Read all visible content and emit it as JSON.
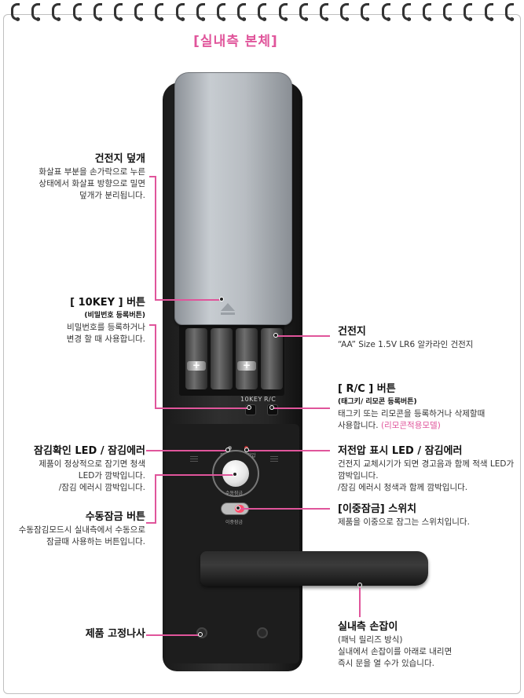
{
  "title": "[실내측 본체]",
  "device": {
    "key_label_1": "10KEY",
    "key_label_2": "R/C",
    "led_label_left": "동작",
    "led_label_right": "저전압",
    "knob_label": "수동잠금",
    "switch_label": "이중잠금"
  },
  "callouts": {
    "battery_cover": {
      "heading": "건전지 덮개",
      "lines": [
        "화살표 부분을 손가락으로 누른",
        "상태에서 화살표 방향으로 밀면",
        "덮개가 분리됩니다."
      ]
    },
    "tenkey": {
      "heading": "[ 10KEY ] 버튼",
      "sub": "(비밀번호 등록버튼)",
      "lines": [
        "비밀번호를 등록하거나",
        "변경 할 때 사용합니다."
      ]
    },
    "battery": {
      "heading": "건전지",
      "lines": [
        "“AA” Size 1.5V LR6 알카라인 건전지"
      ]
    },
    "rc": {
      "heading": "[ R/C ] 버튼",
      "sub": "(태그키/ 리모콘 등록버튼)",
      "line1": "태그키 또는 리모콘을 등록하거나 삭제할때",
      "line2a": "사용합니다. ",
      "line2b": "(리모콘적용모델)"
    },
    "lock_led": {
      "heading": "잠김확인 LED / 잠김에러",
      "lines": [
        "제품이 정상적으로 잠기면 청색",
        "LED가 깜박입니다.",
        "/잠김 에러시 깜박입니다."
      ]
    },
    "low_voltage": {
      "heading": "저전압 표시 LED / 잠김에러",
      "lines": [
        "건전지 교체시기가 되면 경고음과 함께 적색 LED가",
        "깜박입니다.",
        "/잠김 에러시 청색과 함께 깜박입니다."
      ]
    },
    "manual_lock": {
      "heading": "수동잠금 버튼",
      "lines": [
        "수동잠김모드시 실내측에서 수동으로",
        "잠글때 사용하는 버튼입니다."
      ]
    },
    "double_lock": {
      "heading": "[이중잠금] 스위치",
      "lines": [
        "제품을 이중으로 잠그는 스위치입니다."
      ]
    },
    "fix_screw": {
      "heading": "제품 고정나사"
    },
    "handle": {
      "heading": "실내측 손잡이",
      "lines": [
        "(패닉 릴리즈 방식)",
        "실내에서 손잡이를 아래로 내리면",
        "즉시 문을 열 수가 있습니다."
      ]
    }
  },
  "colors": {
    "accent": "#e0559b",
    "text": "#333333"
  }
}
